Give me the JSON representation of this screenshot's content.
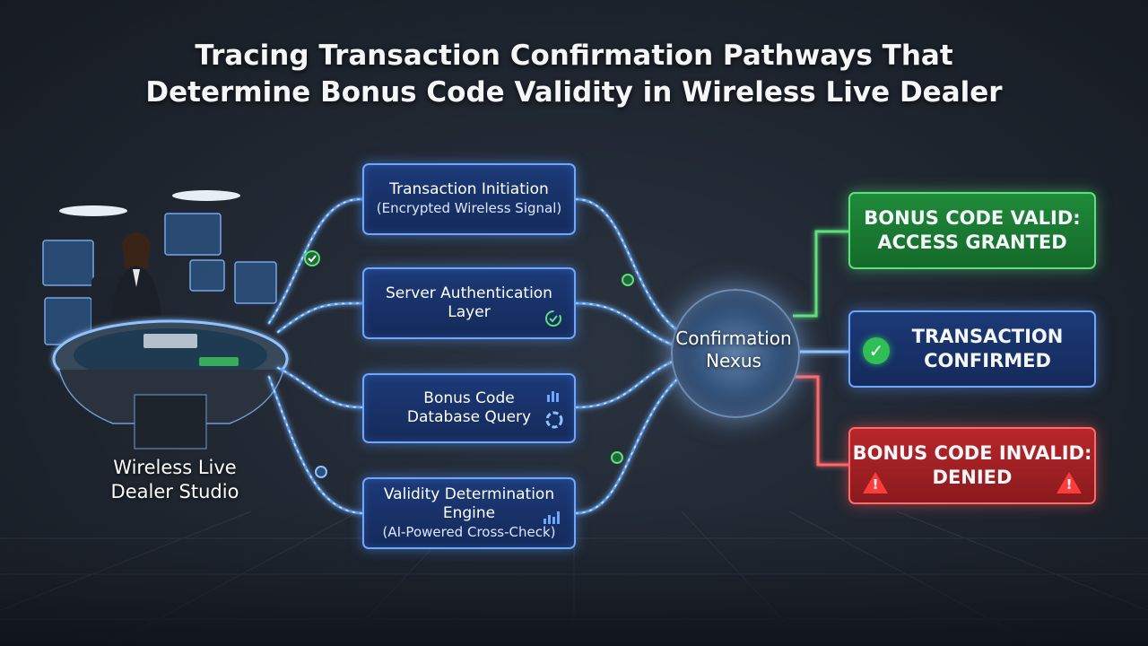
{
  "title": {
    "line1": "Tracing Transaction Confirmation Pathways That",
    "line2": "Determine Bonus Code Validity in Wireless Live Dealer"
  },
  "studio": {
    "label_line1": "Wireless Live",
    "label_line2": "Dealer Studio"
  },
  "steps": [
    {
      "line1": "Transaction Initiation",
      "sub": "(Encrypted Wireless Signal)",
      "icon": "signal-icon"
    },
    {
      "line1": "Server Authentication",
      "line2": "Layer",
      "icon": "refresh-check-icon"
    },
    {
      "line1": "Bonus Code",
      "line2": "Database Query",
      "icon": "database-icon"
    },
    {
      "line1": "Validity Determination",
      "line2": "Engine",
      "sub": "(AI-Powered Cross-Check)",
      "icon": "bar-chart-icon"
    }
  ],
  "nexus": {
    "line1": "Confirmation",
    "line2": "Nexus"
  },
  "outcomes": {
    "valid": {
      "line1": "BONUS CODE VALID:",
      "line2": "ACCESS GRANTED",
      "color": "#1f8a3a"
    },
    "confirmed": {
      "line1": "TRANSACTION",
      "line2": "CONFIRMED",
      "color": "#1c3a78"
    },
    "invalid": {
      "line1": "BONUS CODE INVALID:",
      "line2": "DENIED",
      "color": "#b8262a"
    }
  },
  "colors": {
    "accent": "#6fa7ff",
    "valid": "#5ee07a",
    "invalid": "#ff6a6a",
    "background": "#1f2630"
  }
}
